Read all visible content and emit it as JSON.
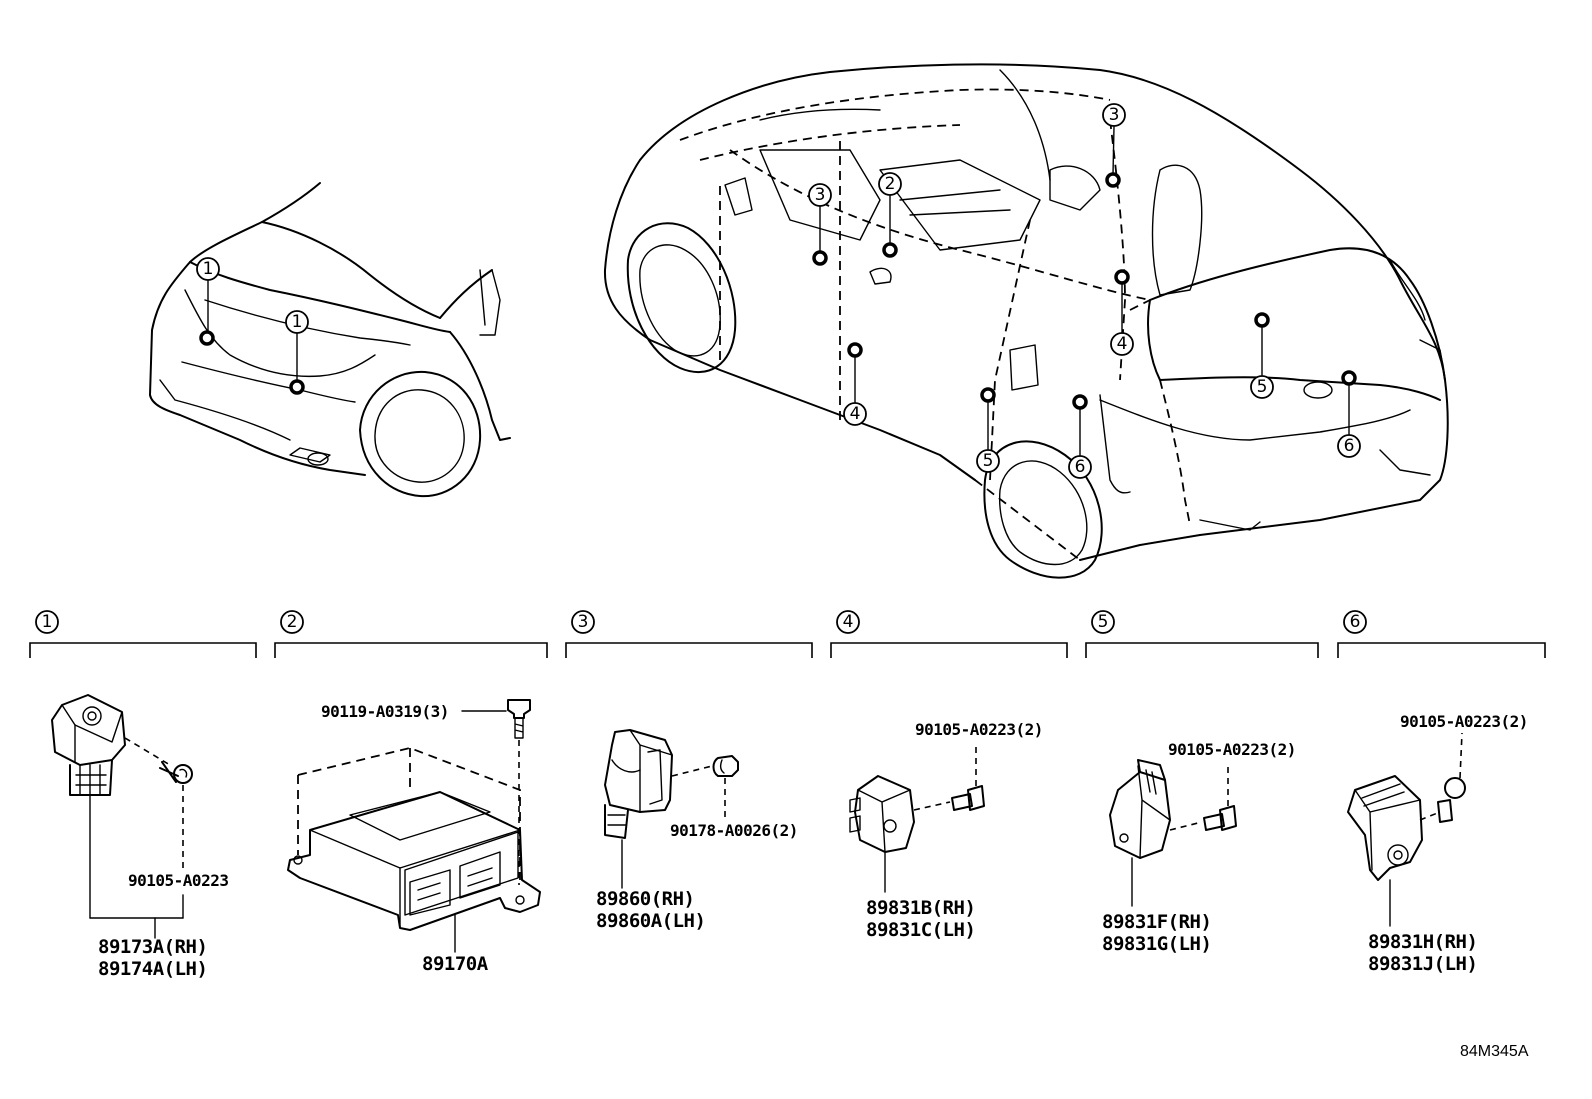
{
  "callouts": [
    "1",
    "2",
    "3",
    "4",
    "5",
    "6"
  ],
  "groups": [
    {
      "id": "1",
      "sensor_labels": [
        "89173A(RH)",
        "89174A(LH)"
      ],
      "fastener_labels": [
        "90105-A0223"
      ]
    },
    {
      "id": "2",
      "sensor_labels": [
        "89170A"
      ],
      "fastener_labels": [
        "90119-A0319(3)"
      ]
    },
    {
      "id": "3",
      "sensor_labels": [
        "89860(RH)",
        "89860A(LH)"
      ],
      "fastener_labels": [
        "90178-A0026(2)"
      ]
    },
    {
      "id": "4",
      "sensor_labels": [
        "89831B(RH)",
        "89831C(LH)"
      ],
      "fastener_labels": [
        "90105-A0223(2)"
      ]
    },
    {
      "id": "5",
      "sensor_labels": [
        "89831F(RH)",
        "89831G(LH)"
      ],
      "fastener_labels": [
        "90105-A0223(2)"
      ]
    },
    {
      "id": "6",
      "sensor_labels": [
        "89831H(RH)",
        "89831J(LH)"
      ],
      "fastener_labels": [
        "90105-A0223(2)"
      ]
    }
  ],
  "diagram_ref": "84M345A"
}
